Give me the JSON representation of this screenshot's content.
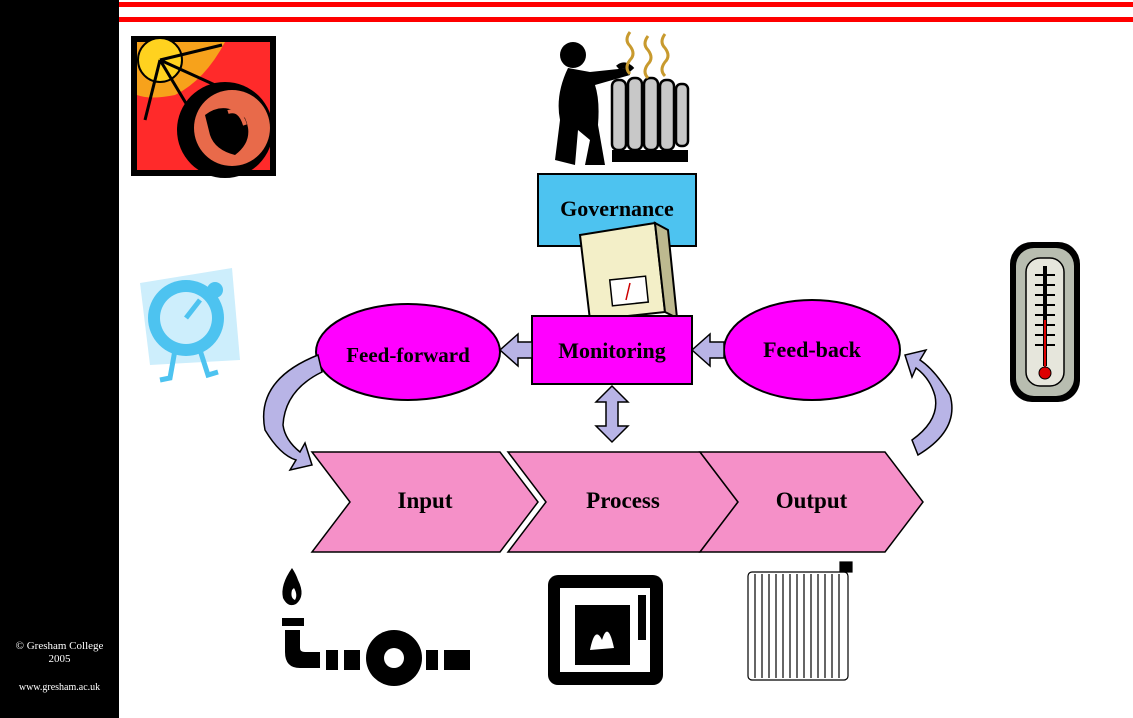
{
  "footer": {
    "copyright": "© Gresham College",
    "year": "2005",
    "url": "www.gresham.ac.uk"
  },
  "boxes": {
    "governance": "Governance",
    "monitoring": "Monitoring",
    "feed_forward": "Feed-forward",
    "feed_back": "Feed-back"
  },
  "process_chain": {
    "input": "Input",
    "process": "Process",
    "output": "Output"
  },
  "colors": {
    "accent_bar": "#ff0000",
    "governance_fill": "#4dc3f0",
    "monitoring_fill": "#ff00ff",
    "chevron_fill": "#f590c8",
    "arrow_fill": "#b8b4e6"
  },
  "icons": [
    "sun-and-moon-clipart",
    "person-heating-hands-clipart",
    "thermostat-dial-clipart",
    "thermometer-clipart",
    "gas-flame-pipe-clipart",
    "boiler-clipart",
    "radiator-clipart",
    "control-box-clipart"
  ]
}
